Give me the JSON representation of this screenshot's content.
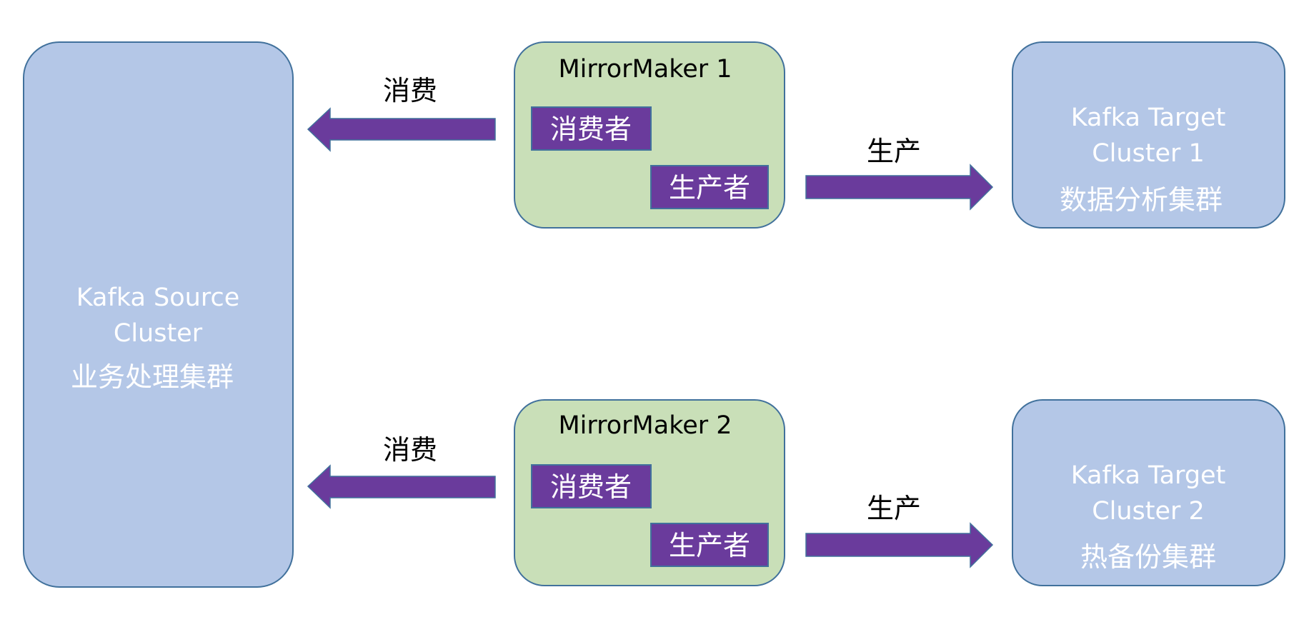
{
  "colors": {
    "cluster_fill": "#B4C7E7",
    "cluster_border": "#41719C",
    "mirrormaker_fill": "#C9DFB8",
    "role_fill": "#6A3B9C",
    "arrow_fill": "#6A3B9C"
  },
  "source_cluster": {
    "line1": "Kafka Source",
    "line2": "Cluster",
    "line3": "业务处理集群"
  },
  "mirror_makers": [
    {
      "title": "MirrorMaker 1",
      "consumer": "消费者",
      "producer": "生产者",
      "consume_label": "消费",
      "produce_label": "生产"
    },
    {
      "title": "MirrorMaker 2",
      "consumer": "消费者",
      "producer": "生产者",
      "consume_label": "消费",
      "produce_label": "生产"
    }
  ],
  "target_clusters": [
    {
      "line1": "Kafka Target",
      "line2": "Cluster 1",
      "line3": "数据分析集群"
    },
    {
      "line1": "Kafka Target",
      "line2": "Cluster 2",
      "line3": "热备份集群"
    }
  ]
}
